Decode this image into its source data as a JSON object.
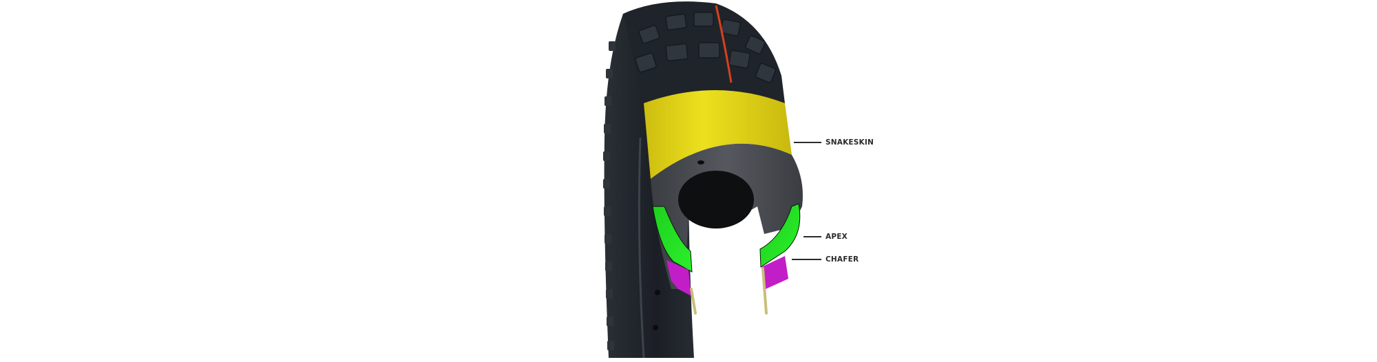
{
  "diagram": {
    "subject": "Tire cross-section with construction layers",
    "labels": [
      {
        "id": "snakeskin",
        "text": "SNAKESKIN",
        "color": "#e3d61a"
      },
      {
        "id": "apex",
        "text": "APEX",
        "color": "#22dd22"
      },
      {
        "id": "chafer",
        "text": "CHAFER",
        "color": "#c21ec8"
      }
    ],
    "colors": {
      "background": "#ffffff",
      "tire_rubber": "#1e2228",
      "tread_highlight": "#3a4048",
      "center_stripe": "#d8401e",
      "snakeskin_layer": "#e3d61a",
      "casing": "#4a4d52",
      "apex_layer": "#22dd22",
      "chafer_layer": "#c21ec8",
      "bead_wire": "#c9bd7a",
      "label_text": "#2a2a2a"
    }
  }
}
